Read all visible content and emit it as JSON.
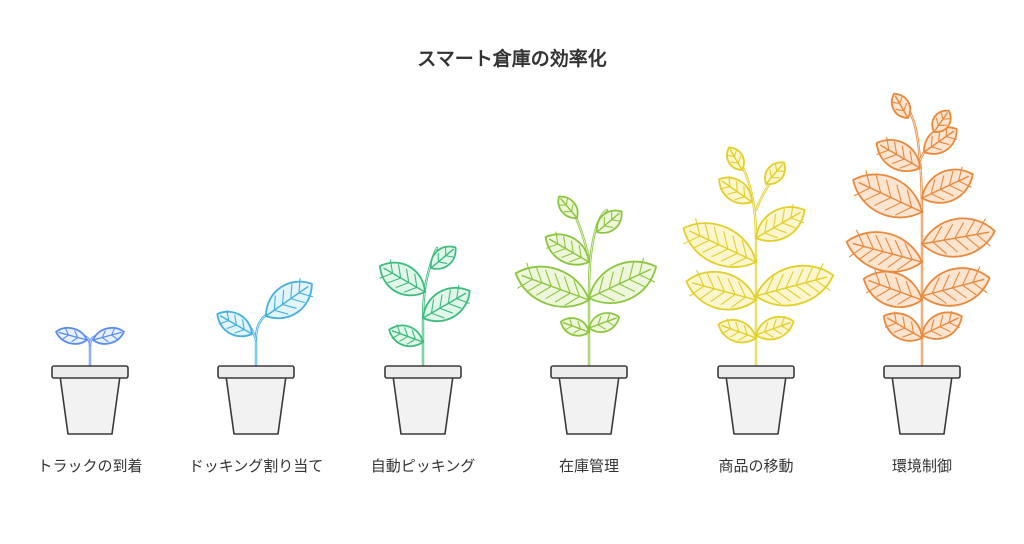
{
  "title": "スマート倉庫の効率化",
  "stages": [
    {
      "label": "トラックの到着",
      "color": "#5b8def",
      "fill": "#e8f0fd"
    },
    {
      "label": "ドッキング割り当て",
      "color": "#43b0e0",
      "fill": "#e3f4fb"
    },
    {
      "label": "自動ピッキング",
      "color": "#3cbc7e",
      "fill": "#e2f6ea"
    },
    {
      "label": "在庫管理",
      "color": "#8cc63f",
      "fill": "#eef7dc"
    },
    {
      "label": "商品の移動",
      "color": "#e2cf28",
      "fill": "#fbf6cd"
    },
    {
      "label": "環境制御",
      "color": "#e8893c",
      "fill": "#fbe4d0"
    }
  ]
}
